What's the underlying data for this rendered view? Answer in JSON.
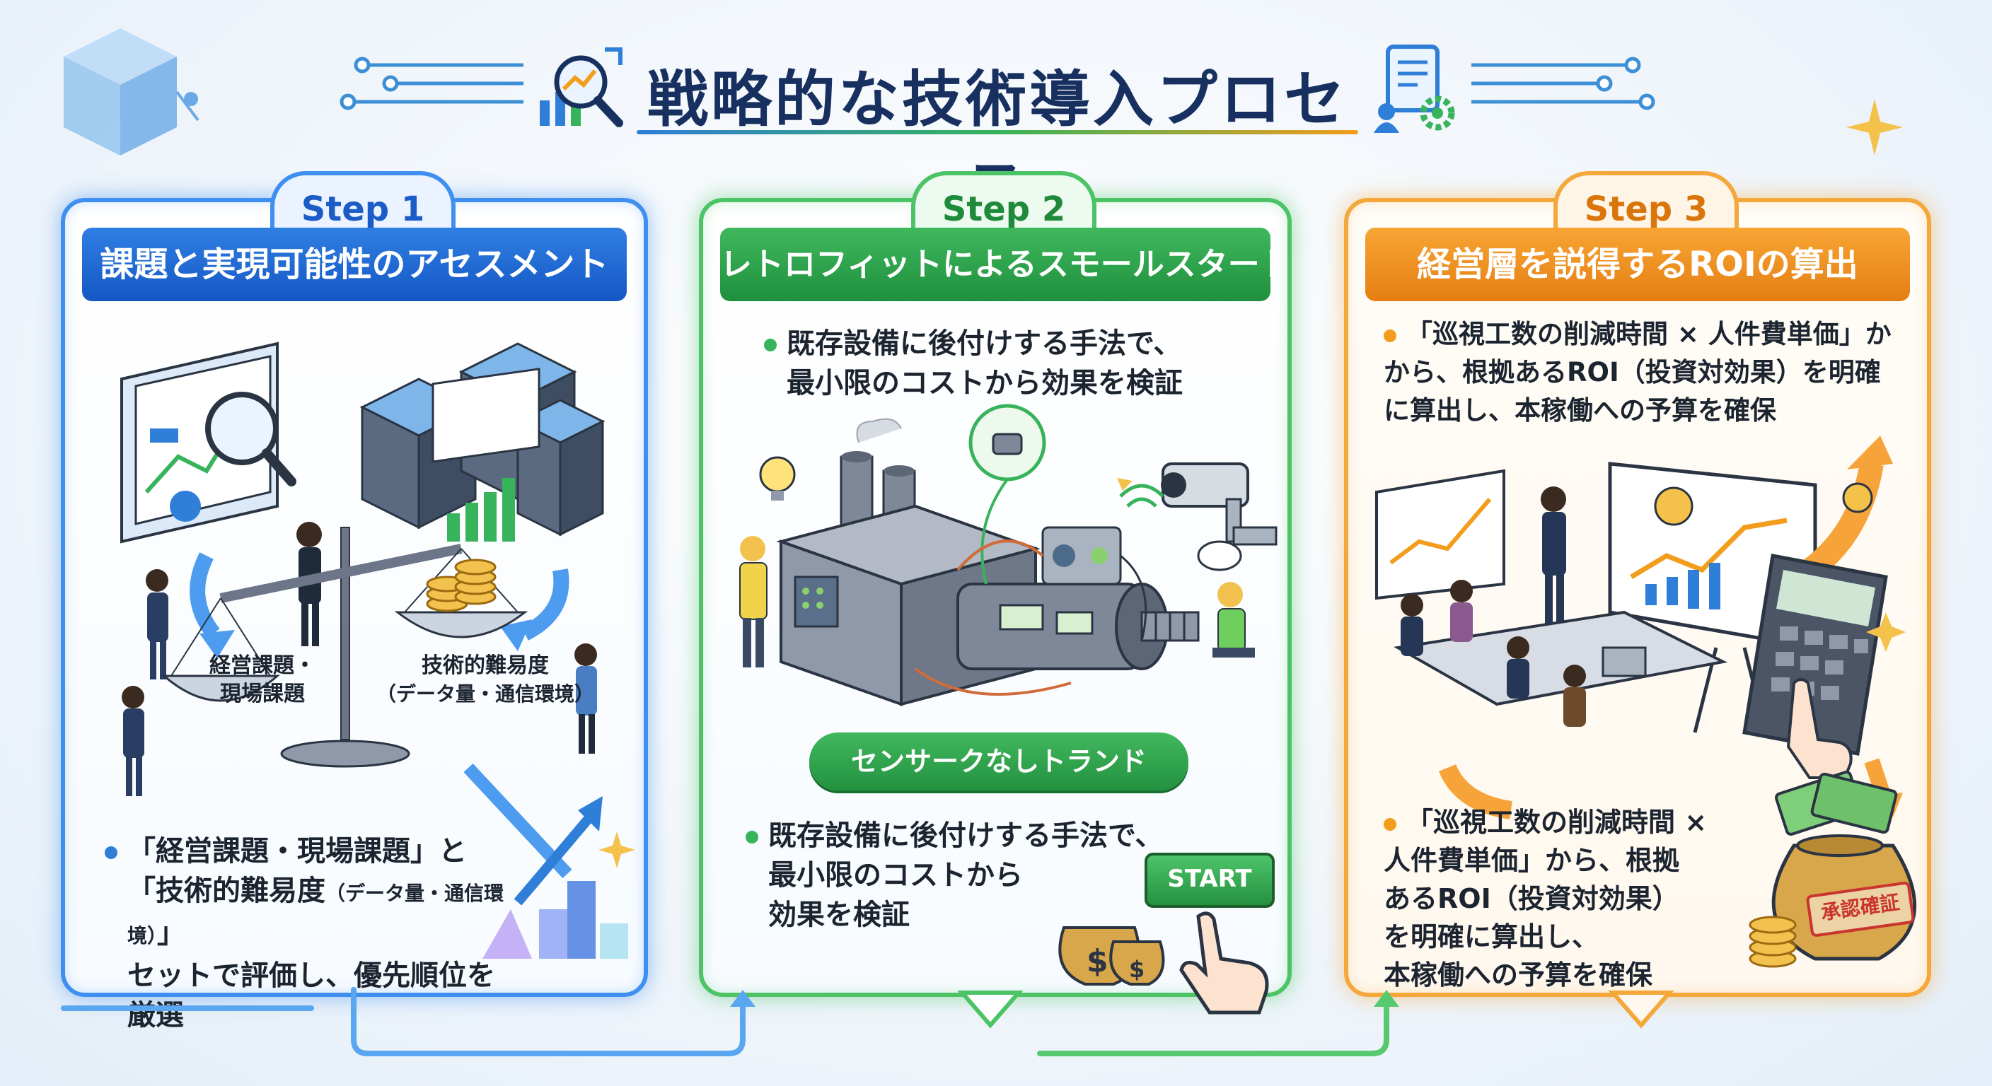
{
  "title": "戦略的な技術導入プロセス",
  "colors": {
    "step1": "#3f8ff0",
    "step2": "#4cc466",
    "step3": "#f4a73a",
    "title": "#17305f"
  },
  "icons": {
    "title_left": "chart-magnifier-icon",
    "title_right": "document-gear-icon"
  },
  "steps": [
    {
      "tab": "Step 1",
      "heading": "課題と実現可能性のアセスメント",
      "labels": {
        "left_pan_1": "経営課題・",
        "left_pan_2": "現場課題",
        "right_pan_1": "技術的難易度",
        "right_pan_2": "（データ量・通信環境）"
      },
      "bullet": {
        "line1": "「経営課題・現場課題」と",
        "line2a": "「技術的難易度",
        "line2b": "（データ量・通信環境）",
        "line2c": "」",
        "line3": "セットで評価し、優先順位を",
        "line4": "厳選"
      }
    },
    {
      "tab": "Step 2",
      "heading": "レトロフィットによるスモールスタート",
      "bullet_top": {
        "line1": "既存設備に後付けする手法で、",
        "line2": "最小限のコストから効果を検証"
      },
      "pill": "センサークなしトランド",
      "bullet_bottom": {
        "line1": "既存設備に後付けする手法で、",
        "line2": "最小限のコストから",
        "line3": "効果を検証"
      },
      "start_button": "START"
    },
    {
      "tab": "Step 3",
      "heading": "経営層を説得するROIの算出",
      "bullet_top": {
        "line1": "「巡視工数の削減時間 × 人件費単価」か",
        "line2": "から、根拠あるROI（投資対効果）を明確",
        "line3": "に算出し、本稼働への予算を確保"
      },
      "bullet_bottom": {
        "line1": "「巡視工数の削減時間 ×",
        "line2": "人件費単価」から、根拠",
        "line3": "あるROI（投資対効果）",
        "line4": "を明確に算出し、",
        "line5": "本稼働への予算を確保"
      },
      "stamp": "承認確証"
    }
  ]
}
